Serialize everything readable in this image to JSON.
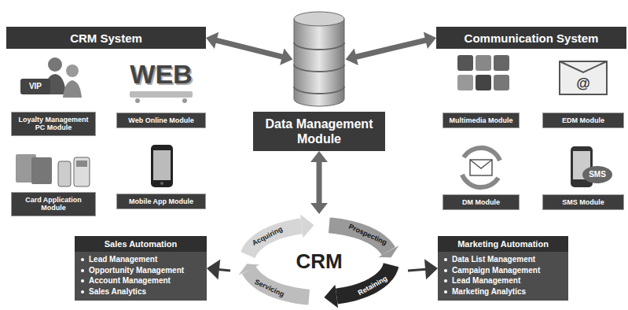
{
  "diagram": {
    "nodes": [
      {
        "text": [
          "CRM System"
        ]
      },
      {
        "text": [
          "Loyalty Management PC Module"
        ]
      },
      {
        "text": [
          "Web Online Module"
        ]
      },
      {
        "text": [
          "Card Application Module"
        ]
      },
      {
        "text": [
          "Mobile App Module"
        ]
      },
      {
        "text": [
          "Data Management Module"
        ]
      },
      {
        "text": [
          "Communication System"
        ]
      },
      {
        "text": [
          "Multimedia Module"
        ]
      },
      {
        "text": [
          "EDM Module"
        ]
      },
      {
        "text": [
          "DM Module"
        ]
      },
      {
        "text": [
          "SMS Module"
        ]
      },
      {
        "text": [
          "Acquiring",
          "Prospecting",
          "CRM",
          "Servicing",
          "Retaining"
        ]
      },
      {
        "text": [
          "Sales Automation",
          "Lead Management",
          "Opportunity Management",
          "Account Management",
          "Sales Analytics"
        ]
      },
      {
        "text": [
          "Marketing Automation",
          "Data List Management",
          "Campaign Management",
          "Lead Management",
          "Marketing Analytics"
        ]
      }
    ],
    "edges": [
      {
        "from": 0,
        "to": 5,
        "arrow": "both"
      },
      {
        "from": 5,
        "to": 6,
        "arrow": "both"
      },
      {
        "from": 5,
        "to": 11,
        "arrow": "both"
      },
      {
        "from": 11,
        "to": 12,
        "arrow": "to"
      },
      {
        "from": 11,
        "to": 13,
        "arrow": "to"
      }
    ],
    "labels": [
      "VIP",
      "WEB",
      "@",
      "SMS"
    ]
  }
}
